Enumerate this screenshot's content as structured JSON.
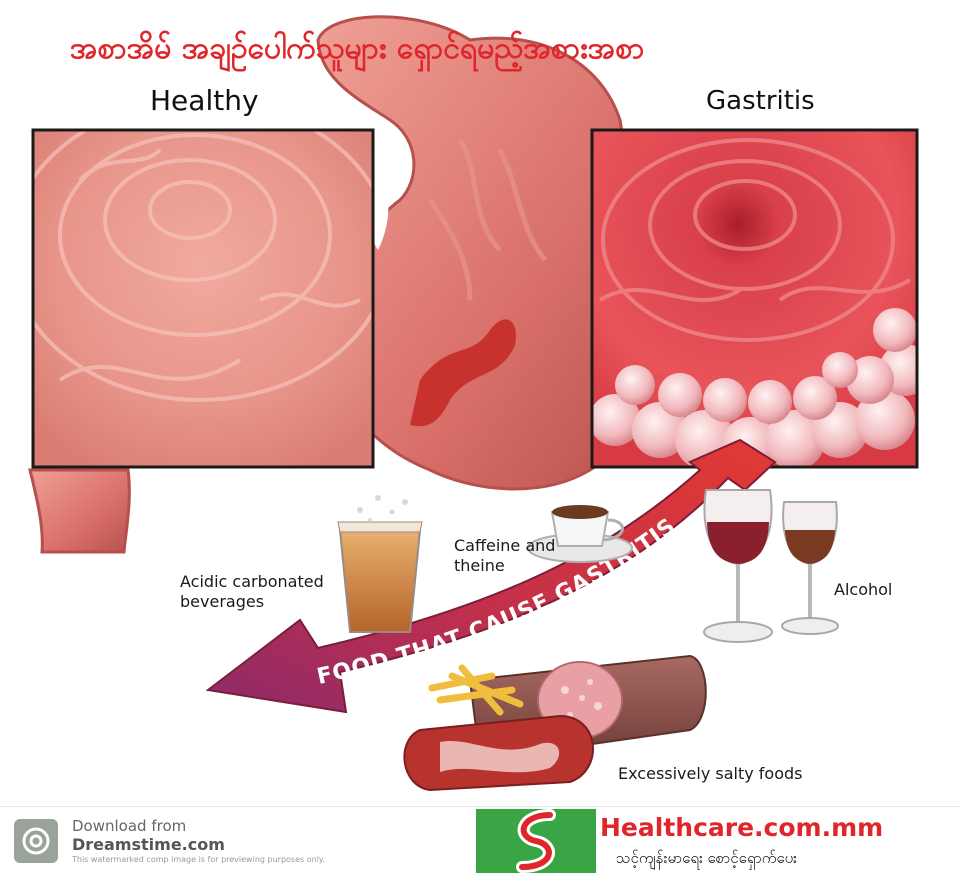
{
  "title": "အစာအိမ် အချဉ်ပေါက်သူများ ရှောင်ရမည့်အစားအစာ",
  "panels": {
    "healthy_label": "Healthy",
    "gastritis_label": "Gastritis"
  },
  "arrow_text": "FOOD THAT CAUSE GASTRITIS",
  "foods": {
    "acidic": "Acidic carbonated beverages",
    "caffeine": "Caffeine and theine",
    "alcohol": "Alcohol",
    "salty": "Excessively salty foods"
  },
  "footer": {
    "download_from": "Download from",
    "site": "Dreamstime.com",
    "notice": "This watermarked comp image is for previewing purposes only.",
    "brand_name": "Healthcare.com.mm",
    "brand_tagline": "သင့်ကျန်းမာရေး စောင့်ရှောက်ပေး"
  },
  "colors": {
    "title": "#e0262b",
    "healthy_tissue": "#e8958a",
    "inflamed_tissue": "#e5474f",
    "stomach": "#d9706a",
    "arrow": "#c9323f",
    "brand_red": "#e0262b",
    "brand_green": "#3aa544"
  }
}
